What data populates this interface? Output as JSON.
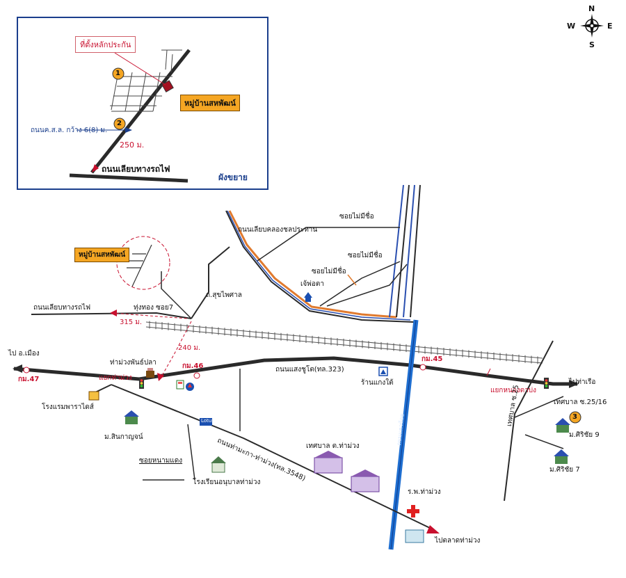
{
  "compass": {
    "n": "N",
    "s": "S",
    "e": "E",
    "w": "W"
  },
  "inset": {
    "pin_label": "ที่ตั้งหลักประกัน",
    "village_label": "หมู่บ้านสหพัฒน์",
    "road_width_label": "ถนนค.ส.ล. กว้าง 6(8) ม.",
    "distance_label": "250 ม.",
    "rail_road_label": "ถนนเลียบทางรถไฟ",
    "title": "ผังขยาย",
    "marker_1": "1",
    "marker_2": "2"
  },
  "main": {
    "village_label": "หมู่บ้านสหพัฒน์",
    "rail_road_label": "ถนนเลียบทางรถไฟ",
    "thung_thong_label": "ทุ่งทอง ซอย7",
    "dist_315": "315 ม.",
    "dist_240": "240 ม.",
    "sukhonphaisan_label": "ถ.สุขไพศาล",
    "canal_road_label": "ถนนเลียบคลองชลประทาน",
    "unnamed_soi_1": "ซอยไม่มีชื่อ",
    "unnamed_soi_2": "ซอยไม่มีชื่อ",
    "unnamed_soi_3": "ซอยไม่มีชื่อ",
    "shrine_label": "เจ้พ่อตา",
    "to_mueang": "ไป อ.เมือง",
    "km47": "กม.47",
    "km46": "กม.46",
    "km45": "กม.45",
    "tha_muang_phan_label": "ท่าม่วงพันธ์ปลา",
    "tha_muang_junction": "แยกท่าม่วง",
    "saengchuto_road": "ถนนแสงชูโต(ทล.323)",
    "kaeng_tai_shop": "ร้านแกงใต้",
    "to_tha_ruea": "ไปท่าเรือ",
    "nong_ta_bong_junction": "แยกหนองตาบ่ง",
    "tessaban_soi_25_16": "เทศบาล ซ.25/16",
    "tessaban_25_vertical": "เทศบาล ซ.25",
    "marker_3": "3",
    "sirichai_9": "ม.ศิริชัย 9",
    "sirichai_7": "ม.ศิริชัย 7",
    "hotel_label": "โรงแรมพาราไดส์",
    "sinkanchana_label": "ม.สินกาญจน์",
    "lotus_label": "Lotus",
    "nong_namdaeng_soi": "ซอยหนามแดง",
    "school_label": "โรงเรียนอนุบาลท่าม่วง",
    "makha_road": "ถนนท่ามะกา-ท่าม่วง(ทล.3548)",
    "municipality_label": "เทศบาล ต.ท่าม่วง",
    "hospital_label": "ร.พ.ท่าม่วง",
    "to_tha_muang_market": "ไปตลาดท่าม่วง",
    "kwae_noi_road": "ถนนแควน้อย"
  },
  "colors": {
    "road": "#2a2a2a",
    "canal": "#e07a2e",
    "canal_blue": "#2a4fb0",
    "river": "#1f6fd1",
    "rail": "#555555",
    "accent_red": "#c8102e",
    "orange": "#f5a623",
    "inset_border": "#1a3e8c"
  }
}
